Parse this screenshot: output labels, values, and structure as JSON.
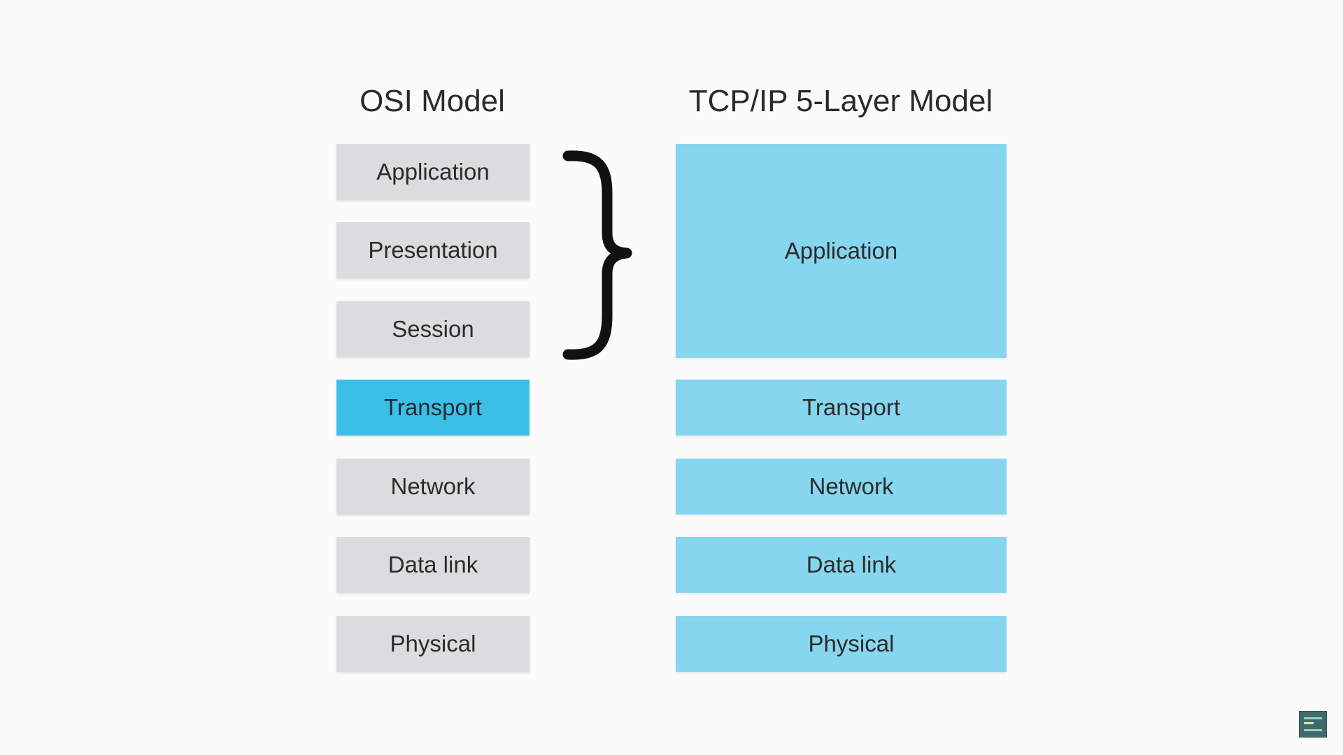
{
  "diagram": {
    "osi_title": "OSI Model",
    "tcp_title": "TCP/IP 5-Layer Model",
    "osi_layers": [
      {
        "label": "Application",
        "highlighted": false
      },
      {
        "label": "Presentation",
        "highlighted": false
      },
      {
        "label": "Session",
        "highlighted": false
      },
      {
        "label": "Transport",
        "highlighted": true
      },
      {
        "label": "Network",
        "highlighted": false
      },
      {
        "label": "Data link",
        "highlighted": false
      },
      {
        "label": "Physical",
        "highlighted": false
      }
    ],
    "tcp_layers": [
      {
        "label": "Application",
        "spans_osi_layers": 3
      },
      {
        "label": "Transport",
        "spans_osi_layers": 1
      },
      {
        "label": "Network",
        "spans_osi_layers": 1
      },
      {
        "label": "Data link",
        "spans_osi_layers": 1
      },
      {
        "label": "Physical",
        "spans_osi_layers": 1
      }
    ]
  },
  "colors": {
    "background": "#fbfbfb",
    "osi_layer": "#dcdcdf",
    "osi_highlight": "#3cbfe6",
    "tcp_layer": "#87d6ef",
    "text": "#2b2b2b",
    "brace": "#111111",
    "badge": "#3f6b6f"
  },
  "icons": {
    "brace": "right-curly-brace-icon",
    "badge": "channel-logo-icon"
  }
}
